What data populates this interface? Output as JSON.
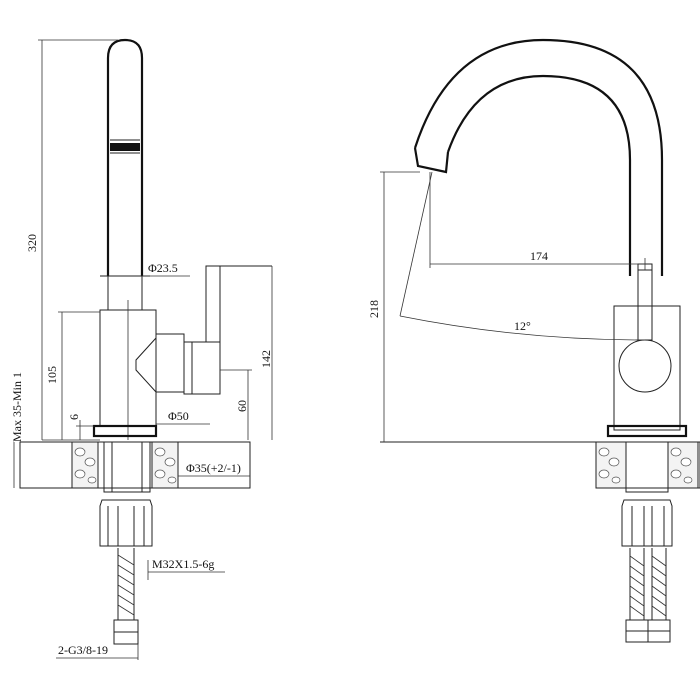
{
  "left_view": {
    "dims": {
      "height_total": "320",
      "height_body": "105",
      "deck_thickness": "Max 35-Min 1",
      "gap": "6",
      "spout_dia": "Φ23.5",
      "lever_height": "142",
      "lever_offset": "60",
      "base_dia": "Φ50",
      "hole_dia": "Φ35(+2/-1)",
      "thread": "M32X1.5-6g",
      "hose": "2-G3/8-19"
    }
  },
  "right_view": {
    "dims": {
      "spout_reach": "174",
      "spout_height": "218",
      "angle": "12°"
    }
  }
}
